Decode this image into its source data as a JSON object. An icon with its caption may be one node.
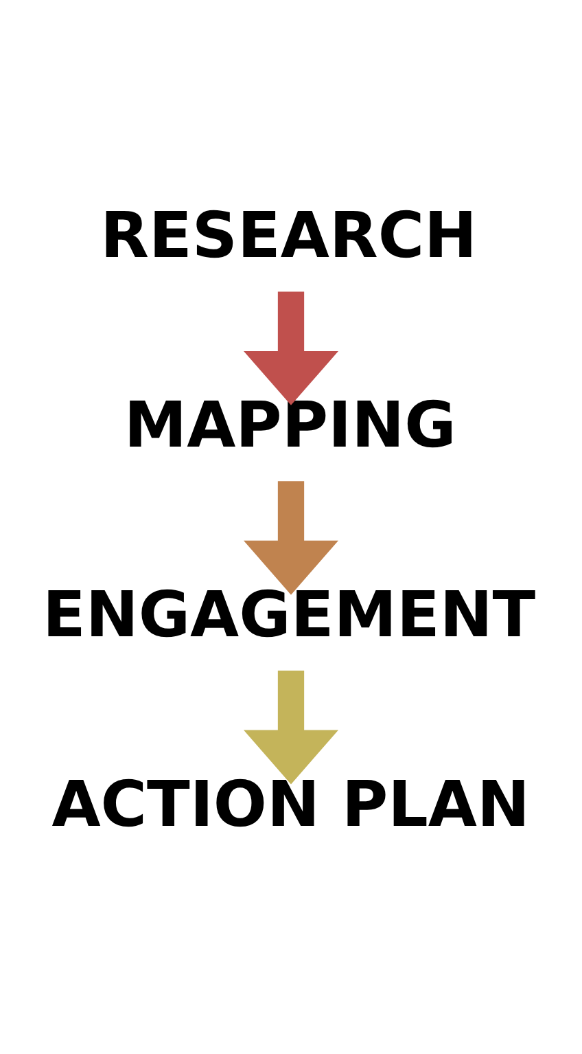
{
  "diagram": {
    "nodes": [
      {
        "text": [
          "RESEARCH"
        ]
      },
      {
        "text": [
          "MAPPING"
        ]
      },
      {
        "text": [
          "ENGAGEMENT"
        ]
      },
      {
        "text": [
          "ACTION PLAN"
        ]
      }
    ],
    "edges": [
      {
        "from": 0,
        "to": 1,
        "arrow": "to",
        "color": "#c0504d"
      },
      {
        "from": 1,
        "to": 2,
        "arrow": "to",
        "color": "#c0834f"
      },
      {
        "from": 2,
        "to": 3,
        "arrow": "to",
        "color": "#c4b45a"
      }
    ]
  }
}
